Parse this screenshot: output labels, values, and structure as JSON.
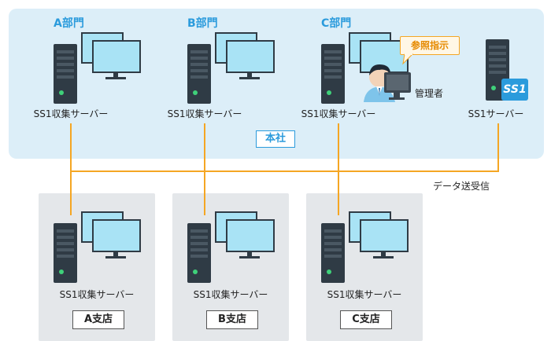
{
  "hq": {
    "label": "本社",
    "departments": [
      {
        "name": "A部門",
        "server_label": "SS1収集サーバー"
      },
      {
        "name": "B部門",
        "server_label": "SS1収集サーバー"
      },
      {
        "name": "C部門",
        "server_label": "SS1収集サーバー"
      }
    ],
    "main_server_label": "SS1サーバー",
    "main_server_logo": "SS1",
    "admin_label": "管理者",
    "callout_label": "参照指示"
  },
  "branches": [
    {
      "name": "A支店",
      "server_label": "SS1収集サーバー"
    },
    {
      "name": "B支店",
      "server_label": "SS1収集サーバー"
    },
    {
      "name": "C支店",
      "server_label": "SS1収集サーバー"
    }
  ],
  "connection_label": "データ送受信",
  "colors": {
    "hq_bg": "#dceef8",
    "branch_bg": "#e4e7ea",
    "accent_blue": "#2b9bdc",
    "line_orange": "#f5a623",
    "server_dark": "#2f3b45",
    "monitor_screen": "#a9e3f5"
  },
  "icons": [
    "server-tower-icon",
    "monitor-icon",
    "administrator-icon",
    "ss1-logo-icon"
  ]
}
